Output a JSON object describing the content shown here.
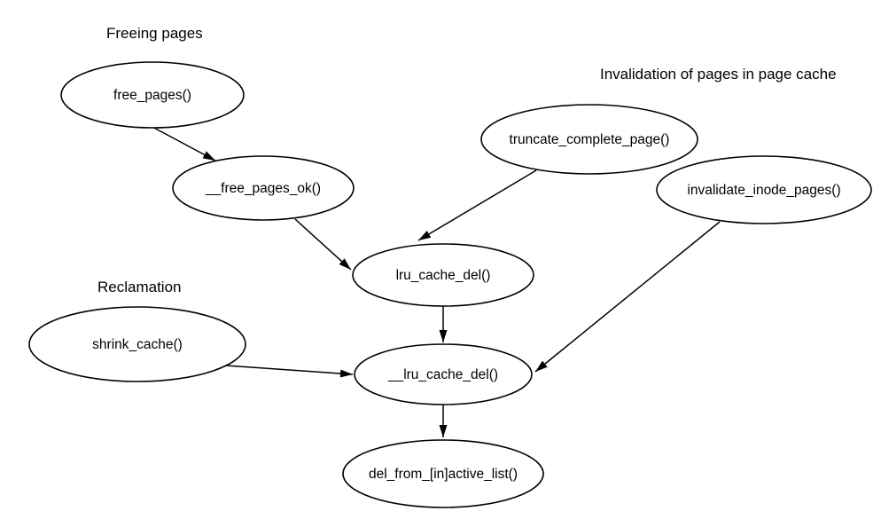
{
  "sections": {
    "freeing": {
      "label": "Freeing pages"
    },
    "invalidation": {
      "label": "Invalidation of pages in page cache"
    },
    "reclamation": {
      "label": "Reclamation"
    }
  },
  "nodes": {
    "free_pages": {
      "label": "free_pages()"
    },
    "free_pages_ok": {
      "label": "__free_pages_ok()"
    },
    "truncate_complete_page": {
      "label": "truncate_complete_page()"
    },
    "invalidate_inode_pages": {
      "label": "invalidate_inode_pages()"
    },
    "lru_cache_del": {
      "label": "lru_cache_del()"
    },
    "shrink_cache": {
      "label": "shrink_cache()"
    },
    "lru_cache_del_internal": {
      "label": "__lru_cache_del()"
    },
    "del_from_inactive_list": {
      "label": "del_from_[in]active_list()"
    }
  },
  "edges": [
    {
      "from": "free_pages()",
      "to": "__free_pages_ok()"
    },
    {
      "from": "__free_pages_ok()",
      "to": "lru_cache_del()"
    },
    {
      "from": "truncate_complete_page()",
      "to": "lru_cache_del()"
    },
    {
      "from": "invalidate_inode_pages()",
      "to": "__lru_cache_del()"
    },
    {
      "from": "lru_cache_del()",
      "to": "__lru_cache_del()"
    },
    {
      "from": "shrink_cache()",
      "to": "__lru_cache_del()"
    },
    {
      "from": "__lru_cache_del()",
      "to": "del_from_[in]active_list()"
    }
  ],
  "colors": {
    "background": "#ffffff",
    "stroke": "#000000",
    "text": "#000000"
  }
}
